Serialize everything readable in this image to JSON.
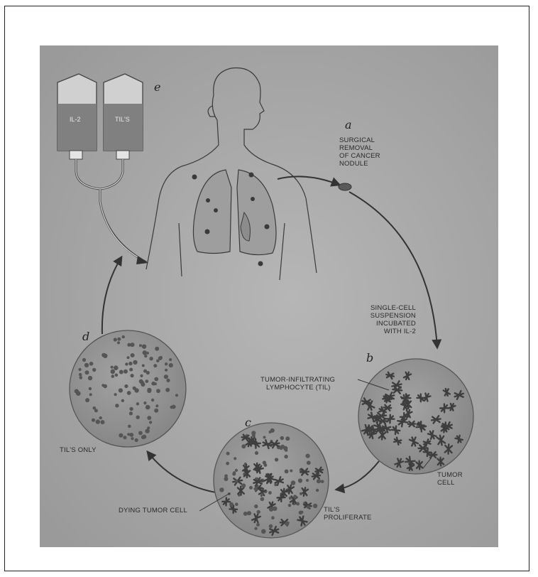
{
  "diagram": {
    "step_letters": {
      "a": "a",
      "b": "b",
      "c": "c",
      "d": "d",
      "e": "e"
    },
    "labels": {
      "a": [
        "SURGICAL",
        "REMOVAL",
        "OF CANCER",
        "NODULE"
      ],
      "suspension": [
        "SINGLE-CELL",
        "SUSPENSION",
        "INCUBATED",
        "WITH IL-2"
      ],
      "til": [
        "TUMOR-INFILTRATING",
        "LYMPHOCYTE (TIL)"
      ],
      "tumor_cell": [
        "TUMOR",
        "CELL"
      ],
      "proliferate": [
        "TIL'S",
        "PROLIFERATE"
      ],
      "dying": "DYING TUMOR CELL",
      "tils_only": "TIL'S ONLY"
    },
    "bags": {
      "left": "IL-2",
      "right": "TIL'S"
    }
  },
  "colors": {
    "background": "#a8a8a8",
    "line": "#3a3a3a",
    "dish": "#8f8f8f",
    "cell": "#4a4a4a",
    "bag_fill": "#7a7a7a"
  }
}
